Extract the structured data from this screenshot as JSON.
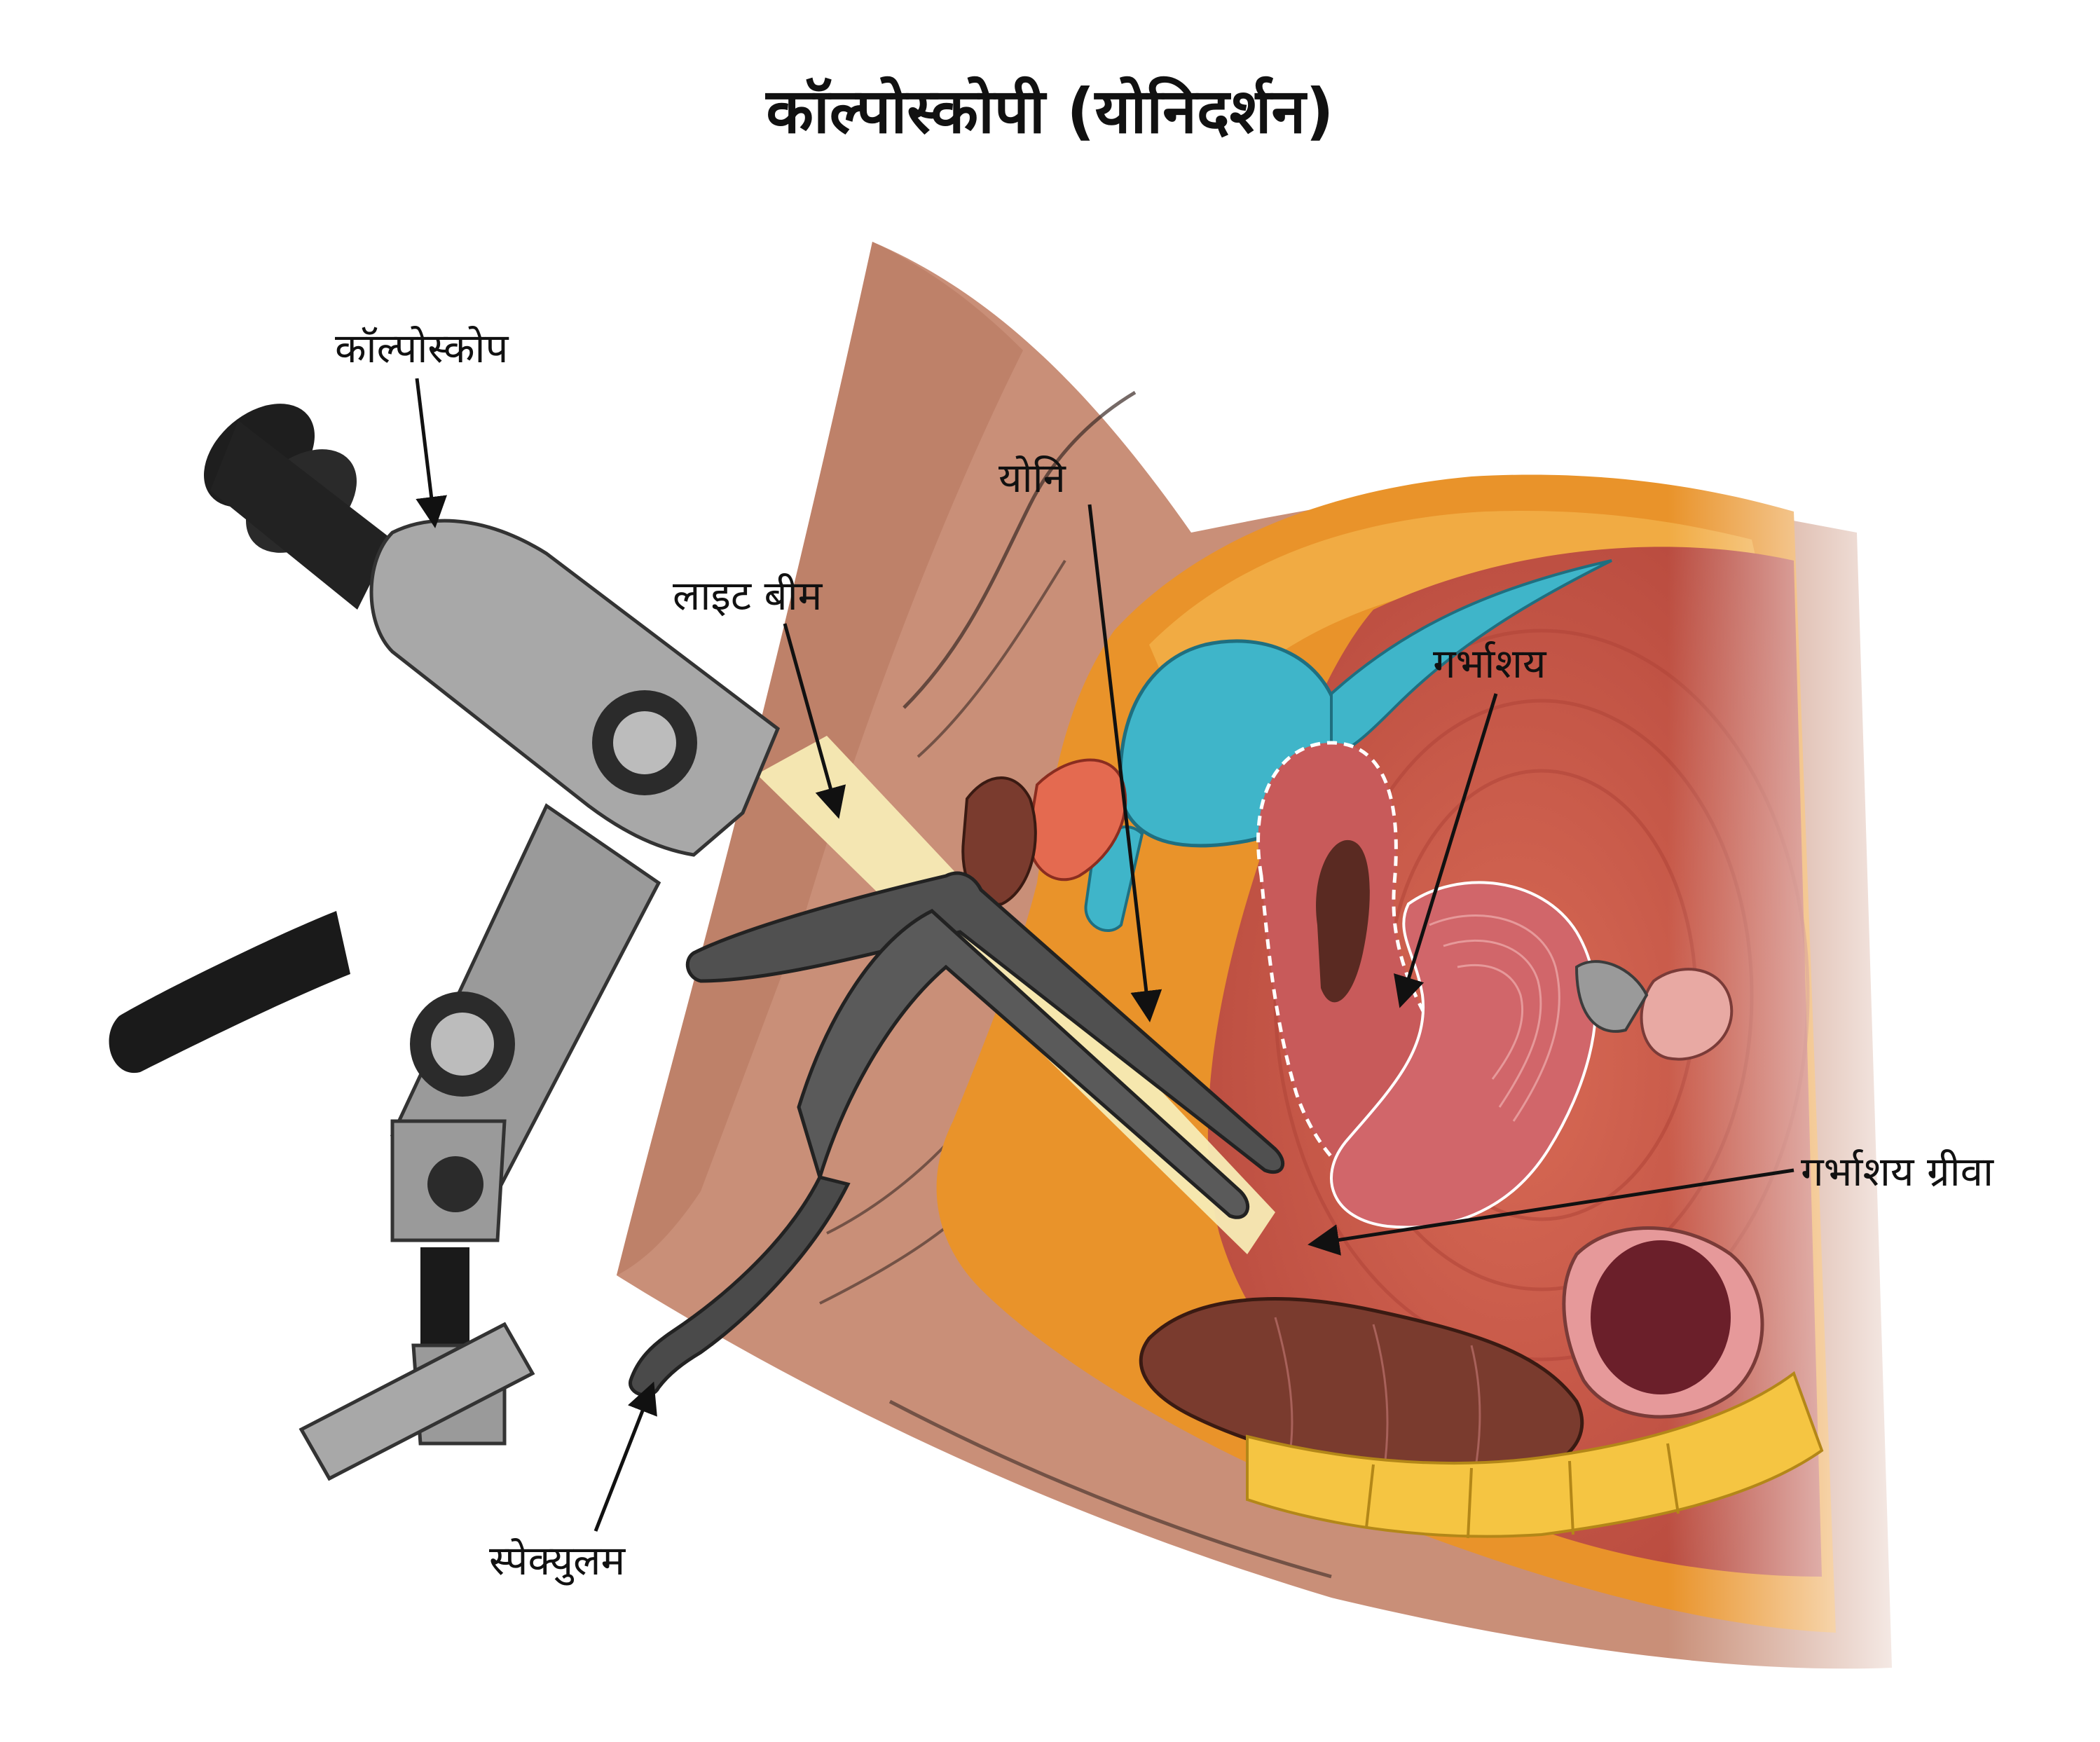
{
  "title": "कॉल्पोस्कोपी (योनिदर्शन)",
  "labels": {
    "colposcope": "कॉल्पोस्कोप",
    "light_beam": "लाइट बीम",
    "vagina": "योनि",
    "uterus": "गर्भाशय",
    "cervix": "गर्भाशय ग्रीवा",
    "speculum": "स्पेक्युलम"
  },
  "colors": {
    "skin": "#c98f78",
    "skin_dark": "#a96d56",
    "fat": "#e9932a",
    "fat_light": "#f3b24a",
    "muscle": "#c9584c",
    "uterus": "#c85a5a",
    "bladder": "#3fb5c9",
    "bone": "#f5c542",
    "rectum": "#7a3b2e",
    "instrument_grey": "#9a9a9a",
    "instrument_dark": "#3c3c3c",
    "beam": "#f7ebb5"
  }
}
